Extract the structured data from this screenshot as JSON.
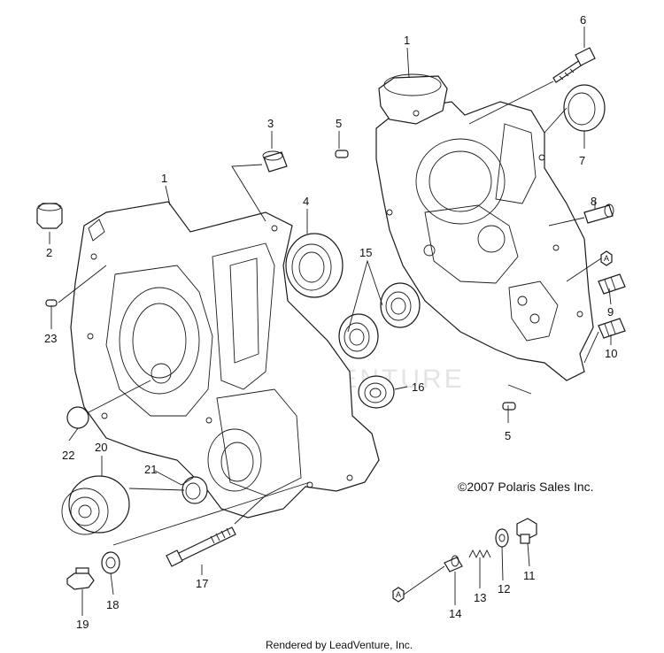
{
  "diagram": {
    "callouts": {
      "c1a": "1",
      "c1b": "1",
      "c2": "2",
      "c3": "3",
      "c4": "4",
      "c5a": "5",
      "c5b": "5",
      "c6": "6",
      "c7": "7",
      "c8": "8",
      "c9": "9",
      "c10": "10",
      "c11": "11",
      "c12": "12",
      "c13": "13",
      "c14": "14",
      "c15": "15",
      "c16": "16",
      "c17": "17",
      "c18": "18",
      "c19": "19",
      "c20": "20",
      "c21": "21",
      "c22": "22",
      "c23": "23"
    },
    "reference_marker": "A",
    "copyright": "©2007 Polaris Sales Inc.",
    "watermark": "LEADVENTURE",
    "footer": "Rendered by LeadVenture, Inc."
  }
}
